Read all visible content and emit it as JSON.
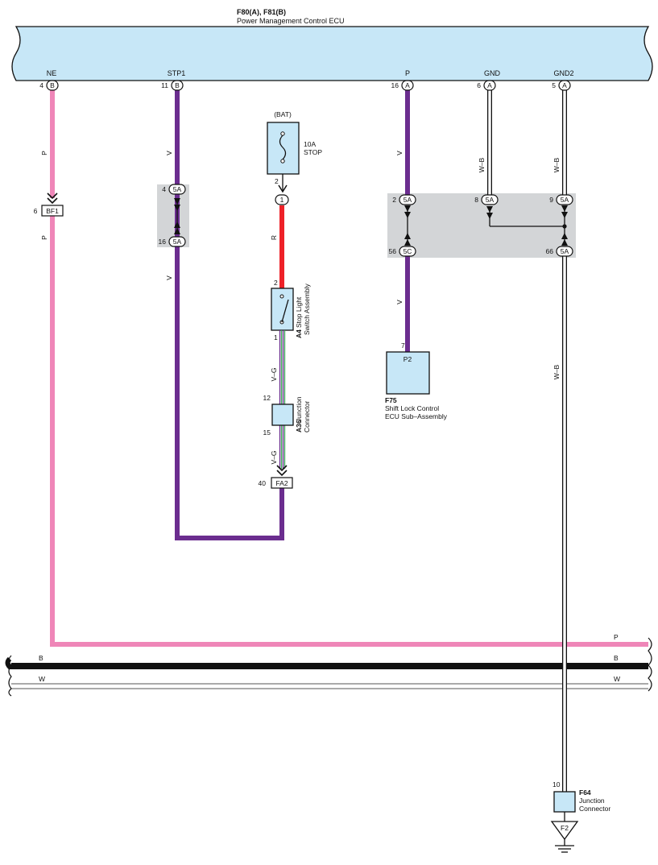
{
  "ecu": {
    "id": "F80(A), F81(B)",
    "name": "Power Management Control ECU",
    "pins": {
      "ne": {
        "label": "NE",
        "num": "4",
        "conn": "B"
      },
      "stp1": {
        "label": "STP1",
        "num": "11",
        "conn": "B"
      },
      "p": {
        "label": "P",
        "num": "16",
        "conn": "A"
      },
      "gnd": {
        "label": "GND",
        "num": "6",
        "conn": "A"
      },
      "gnd2": {
        "label": "GND2",
        "num": "5",
        "conn": "A"
      }
    }
  },
  "wire_colors": {
    "p": "P",
    "v": "V",
    "r": "R",
    "vg": "V–G",
    "wb": "W–B",
    "b": "B",
    "w": "W"
  },
  "colors": {
    "pink": "#ef86b8",
    "violet": "#6b2d8f",
    "red": "#ee2128",
    "black": "#111111",
    "box_fill": "#c7e7f7",
    "junction_fill": "#d3d5d7"
  },
  "fuse": {
    "source": "(BAT)",
    "rating": "10A",
    "name": "STOP",
    "pin": "2",
    "conn_pin": "1"
  },
  "connectors": {
    "bf1": {
      "code": "BF1",
      "pin": "6"
    },
    "fa2": {
      "code": "FA2",
      "pin": "40"
    }
  },
  "junction_stp1": {
    "top": {
      "pin": "4",
      "code": "5A"
    },
    "bottom": {
      "pin": "16",
      "code": "5A"
    }
  },
  "junction_right": {
    "p_top": {
      "pin": "2",
      "code": "5A"
    },
    "gnd_top": {
      "pin": "8",
      "code": "5A"
    },
    "gnd2_top": {
      "pin": "9",
      "code": "5A"
    },
    "p_bot": {
      "pin": "56",
      "code": "5C"
    },
    "gnd2_bot": {
      "pin": "66",
      "code": "5A"
    }
  },
  "stop_switch": {
    "id": "A4",
    "name1": "Stop Light",
    "name2": "Switch Assembly",
    "pin_top": "2",
    "pin_bot": "1"
  },
  "junction_a36": {
    "id": "A36",
    "name1": "Junction",
    "name2": "Connector",
    "pin_top": "12",
    "pin_bot": "15"
  },
  "shift_lock": {
    "id": "F75",
    "name1": "Shift Lock Control",
    "name2": "ECU Sub–Assembly",
    "pin": "7",
    "term": "P2"
  },
  "junction_f64": {
    "id": "F64",
    "name1": "Junction",
    "name2": "Connector",
    "pin": "10"
  },
  "ground": {
    "code": "F2"
  }
}
